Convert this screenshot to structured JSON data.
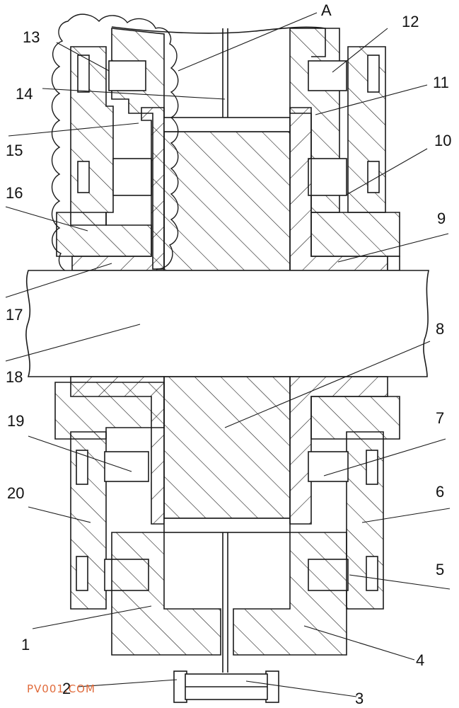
{
  "labels": {
    "A": "A",
    "n1": "1",
    "n2": "2",
    "n3": "3",
    "n4": "4",
    "n5": "5",
    "n6": "6",
    "n7": "7",
    "n8": "8",
    "n9": "9",
    "n10": "10",
    "n11": "11",
    "n12": "12",
    "n13": "13",
    "n14": "14",
    "n15": "15",
    "n16": "16",
    "n17": "17",
    "n18": "18",
    "n19": "19",
    "n20": "20"
  },
  "watermark": "PV001.COM",
  "colors": {
    "line": "#1a1a1a",
    "watermark": "#e06a3a"
  }
}
